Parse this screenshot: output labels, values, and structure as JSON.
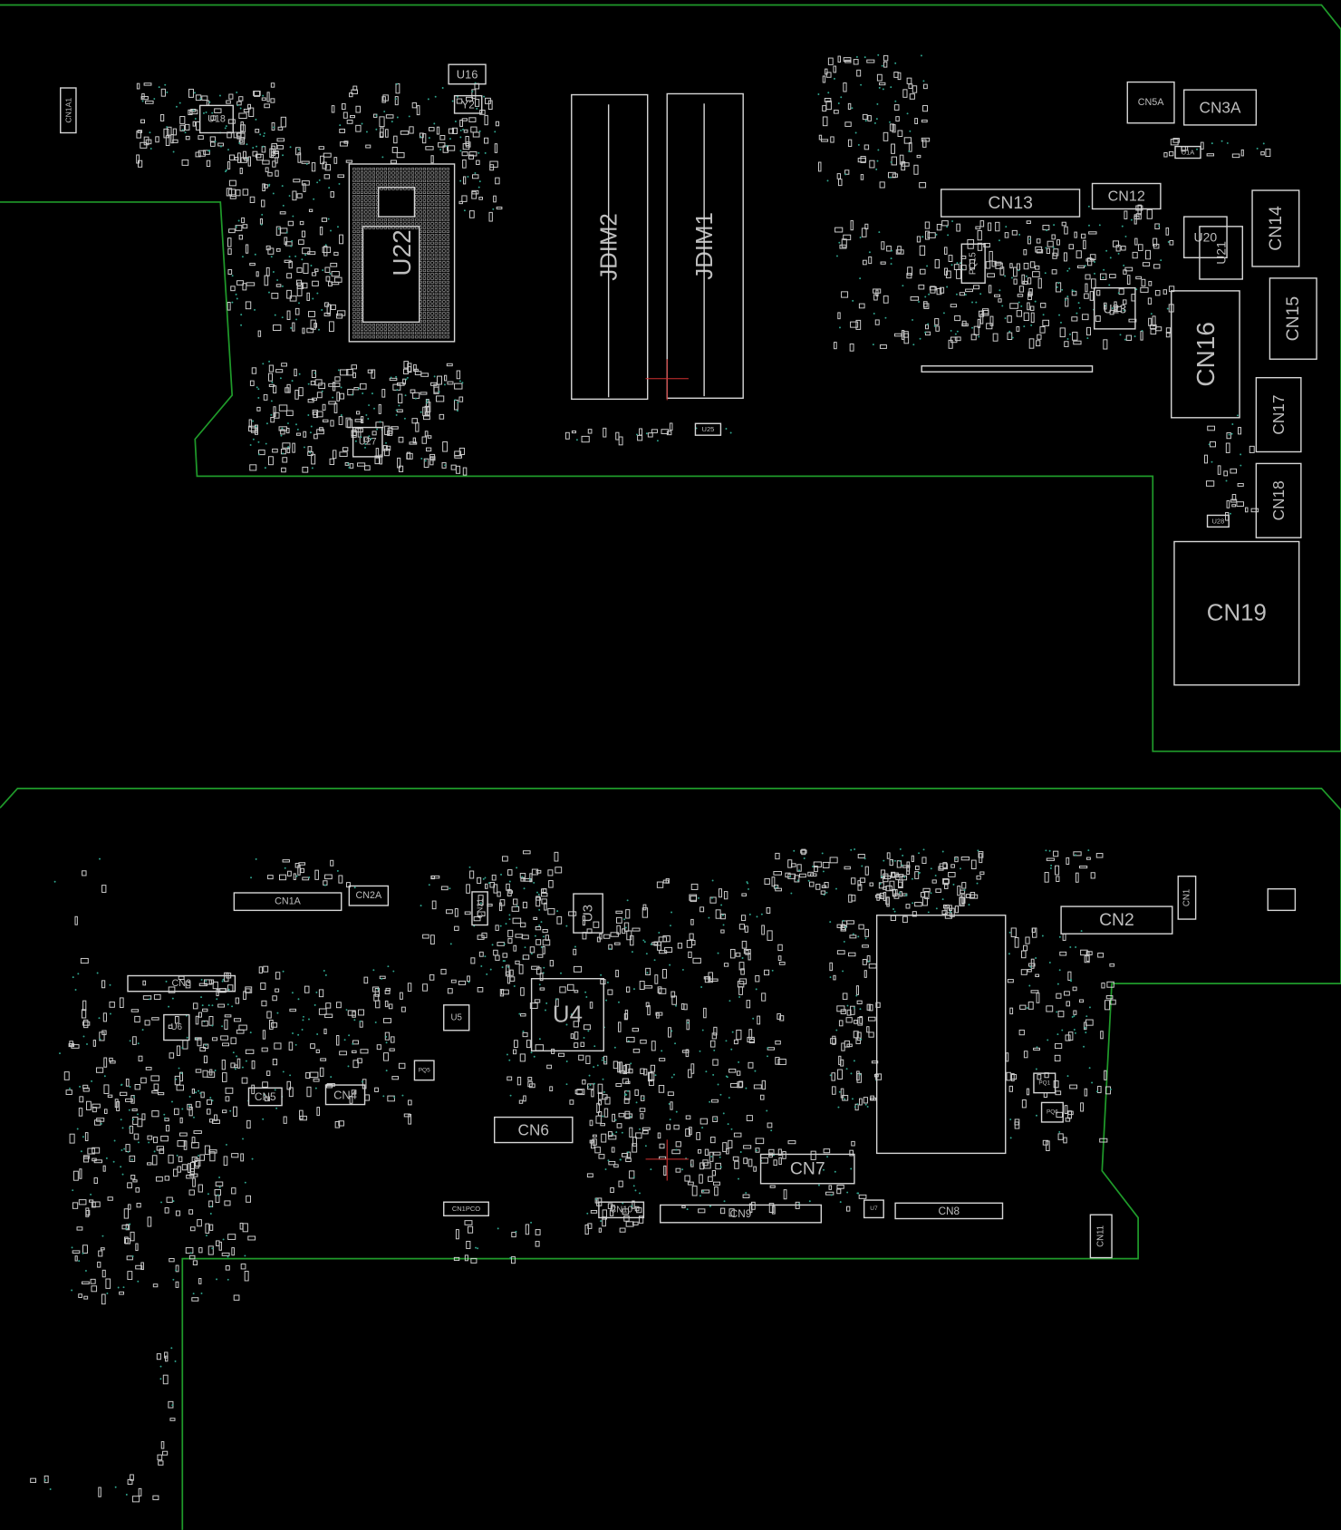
{
  "title": "Motherboard boardview (top and bottom layers)",
  "colors": {
    "board_outline": "#1f9a2a",
    "component": "#d6d6d6",
    "label": "#bdbdbd",
    "via": "#2fa58e",
    "cursor": "#d03030",
    "background": "#000000"
  },
  "top_layer": {
    "components": [
      "U22",
      "JDIM2",
      "JDIM1",
      "U16",
      "Y2",
      "U18",
      "CN1A1",
      "U27",
      "CN13",
      "CN12",
      "CN5A",
      "CN3A",
      "U1A",
      "CN14",
      "U20",
      "U21",
      "PQ15",
      "U23",
      "CN16",
      "CN15",
      "CN17",
      "CN18",
      "CN19",
      "U25",
      "U28"
    ]
  },
  "bottom_layer": {
    "components": [
      "CN1A",
      "CN2A",
      "CN21",
      "U3",
      "U4",
      "CN3",
      "U6",
      "U5",
      "CN5",
      "CN4",
      "CN6",
      "CN7",
      "CN9",
      "CN10",
      "CN1PCO",
      "CN8",
      "CN2",
      "CN1",
      "CN11",
      "PQ1",
      "PQ6",
      "U7",
      "PQ5"
    ]
  }
}
